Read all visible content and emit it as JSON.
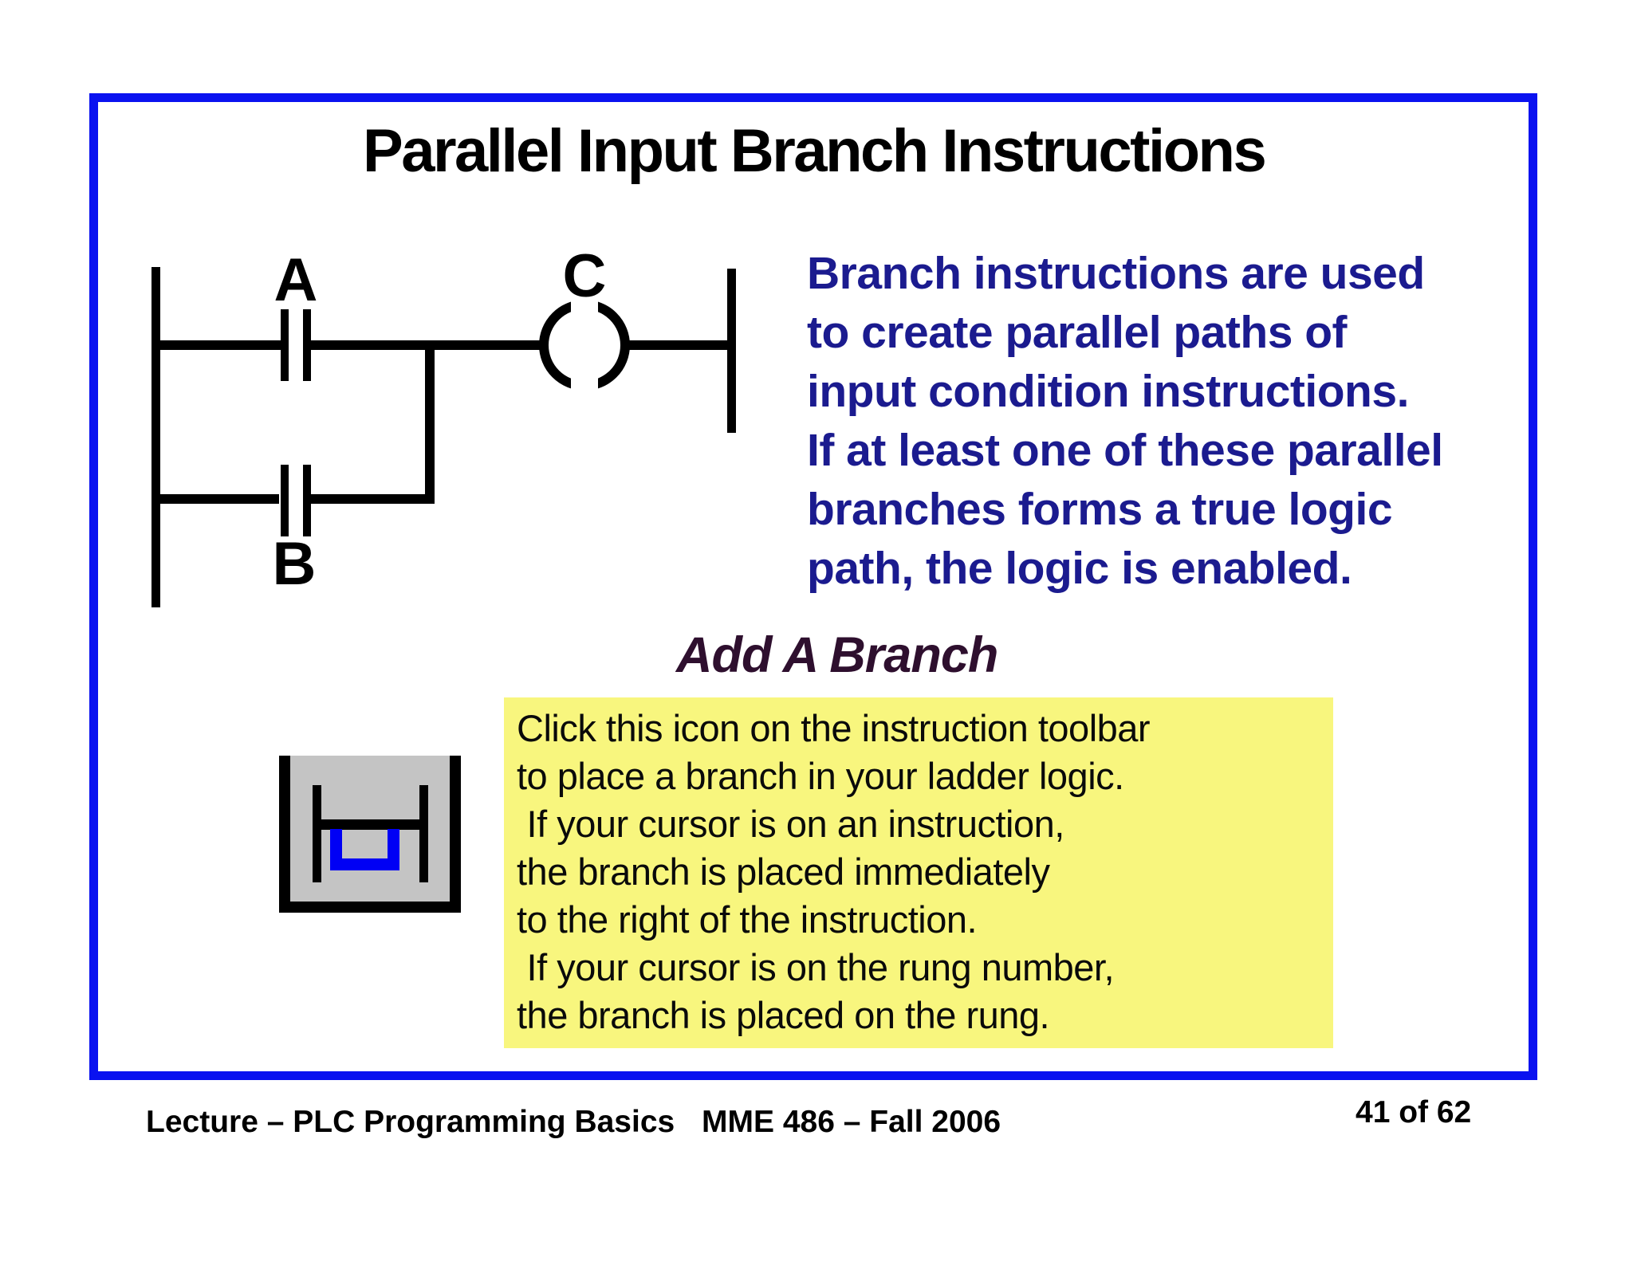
{
  "slide": {
    "title": "Parallel Input Branch Instructions",
    "description_lines": [
      "Branch instructions are used",
      "to create parallel paths of",
      "input condition instructions.",
      "If at least one of these parallel",
      "branches forms a true logic",
      "path, the logic is enabled."
    ],
    "ladder": {
      "contact_a": "A",
      "contact_b": "B",
      "coil_c": "C"
    },
    "section_heading": "Add A Branch",
    "icon": {
      "name": "add-branch-toolbar-icon"
    },
    "instruction_lines": [
      "Click this icon on the instruction toolbar",
      "to place a branch in your ladder logic.",
      " If your cursor is on an instruction,",
      "the branch is placed immediately",
      "to the right of the instruction.",
      " If your cursor is on the rung number,",
      "the branch is placed on the rung."
    ],
    "footer": {
      "course": "Lecture – PLC Programming Basics",
      "term": "MME 486 – Fall 2006",
      "page": "41 of 62"
    },
    "colors": {
      "frame_blue": "#0a12f0",
      "text_navy": "#1b1b8f",
      "heading_plum": "#2e0f2e",
      "highlight_yellow": "#f8f67e",
      "icon_gray": "#c4c4c4",
      "icon_blue": "#0000f5",
      "line_black": "#000000"
    }
  }
}
